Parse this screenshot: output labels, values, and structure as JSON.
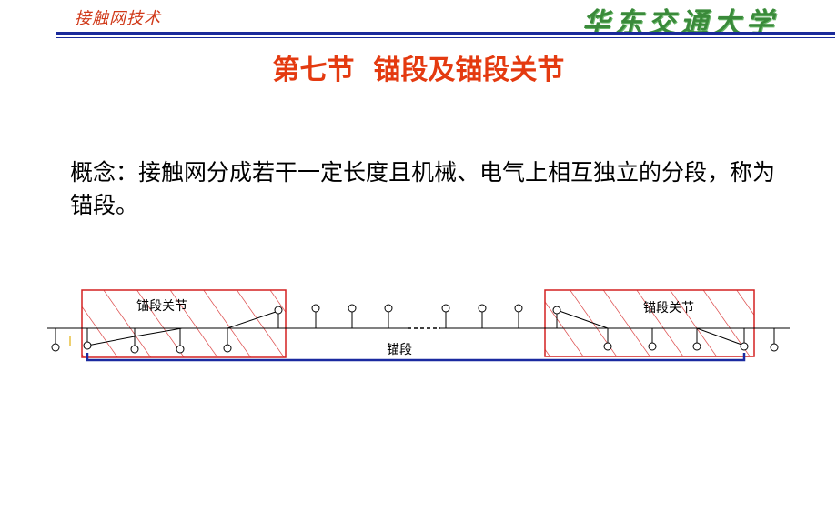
{
  "header": {
    "course_title": "接触网技术",
    "university_logo_text": "华东交通大学"
  },
  "slide": {
    "title": "第七节  锚段及锚段关节",
    "concept_text": "概念：接触网分成若干一定长度且机械、电气上相互独立的分段，称为锚段。"
  },
  "diagram": {
    "left_joint_label": "锚段关节",
    "right_joint_label": "锚段关节",
    "anchor_section_label": "锚段",
    "colors": {
      "joint_border": "#d42020",
      "hatch": "#d42020",
      "span_bracket": "#1a2aa0",
      "wire": "#000000"
    }
  }
}
